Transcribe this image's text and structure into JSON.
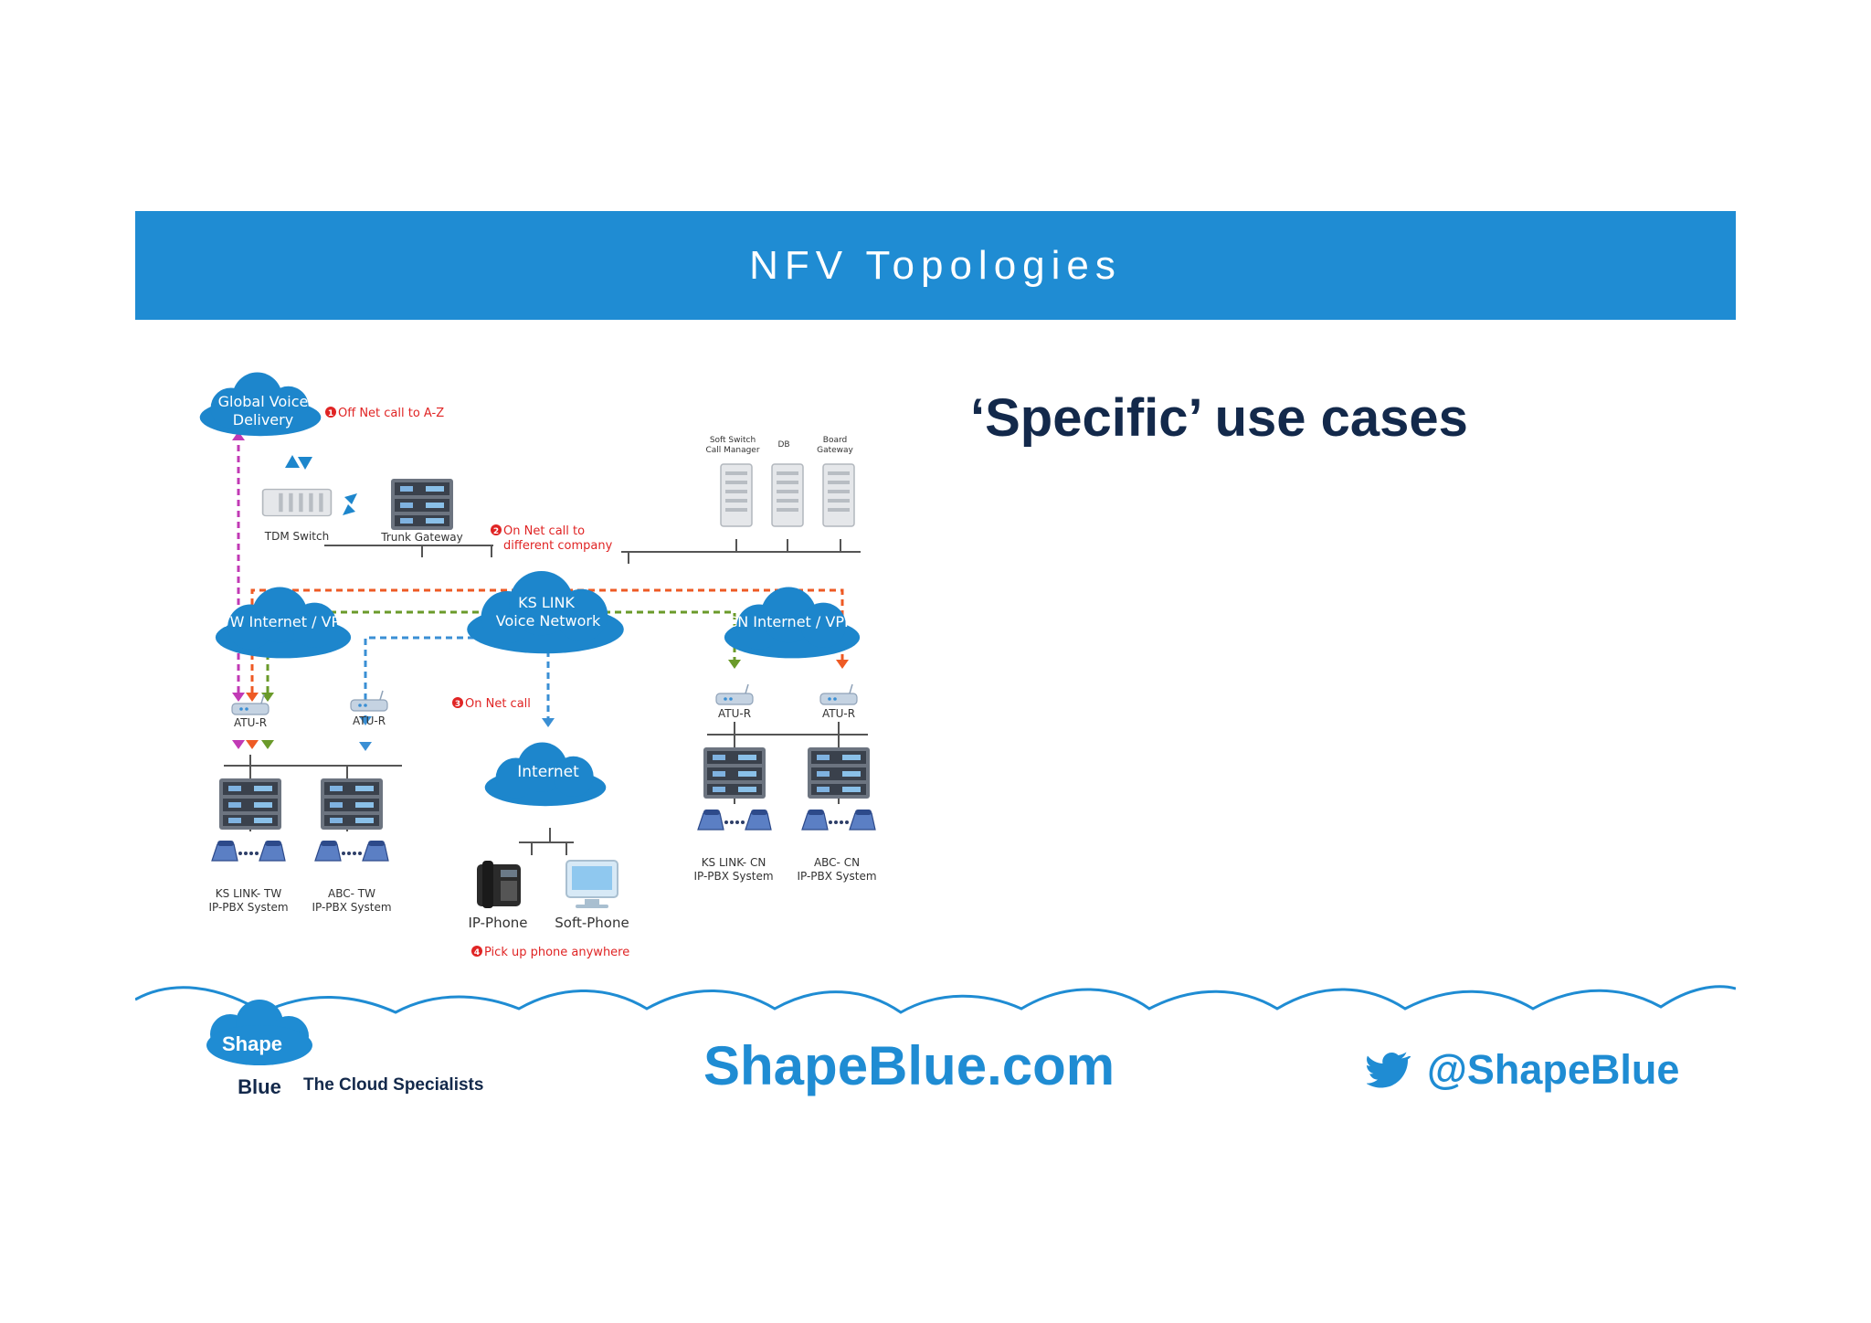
{
  "slide": {
    "title": "NFV Topologies",
    "heading": "‘Specific’ use cases"
  },
  "diagram": {
    "clouds": {
      "global_voice": [
        "Global Voice",
        "Delivery"
      ],
      "ks_link": [
        "KS LINK",
        "Voice Network"
      ],
      "tw": "TW Internet / VPN",
      "cn": "CN Internet / VPN",
      "internet": "Internet"
    },
    "devices": {
      "tdm_switch": "TDM Switch",
      "trunk_gateway": "Trunk Gateway",
      "soft_switch": [
        "Soft Switch",
        "Call Manager"
      ],
      "db": "DB",
      "board_gateway": [
        "Board",
        "Gateway"
      ],
      "atu_r": "ATU-R",
      "ip_phone": "IP-Phone",
      "soft_phone": "Soft-Phone"
    },
    "systems": {
      "ks_link_tw": [
        "KS LINK- TW",
        "IP-PBX System"
      ],
      "abc_tw": [
        "ABC- TW",
        "IP-PBX System"
      ],
      "ks_link_cn": [
        "KS LINK- CN",
        "IP-PBX System"
      ],
      "abc_cn": [
        "ABC- CN",
        "IP-PBX System"
      ]
    },
    "notes": {
      "off_net": "Off Net call to A-Z",
      "on_net_diff": [
        "On Net call to",
        "different company"
      ],
      "on_net": "On Net call",
      "pickup": "Pick up phone anywhere"
    },
    "colors": {
      "cloud": "#1d86cc",
      "magenta": "#c13ab5",
      "orange": "#ee5a24",
      "green": "#6a9a2a",
      "blue": "#3a8fd4",
      "note_red": "#e02424"
    }
  },
  "footer": {
    "logo_top": "Shape",
    "logo_bottom": "Blue",
    "tagline": "The Cloud Specialists",
    "website": "ShapeBlue.com",
    "twitter_handle": "@ShapeBlue",
    "accent": "#1f8cd3"
  }
}
